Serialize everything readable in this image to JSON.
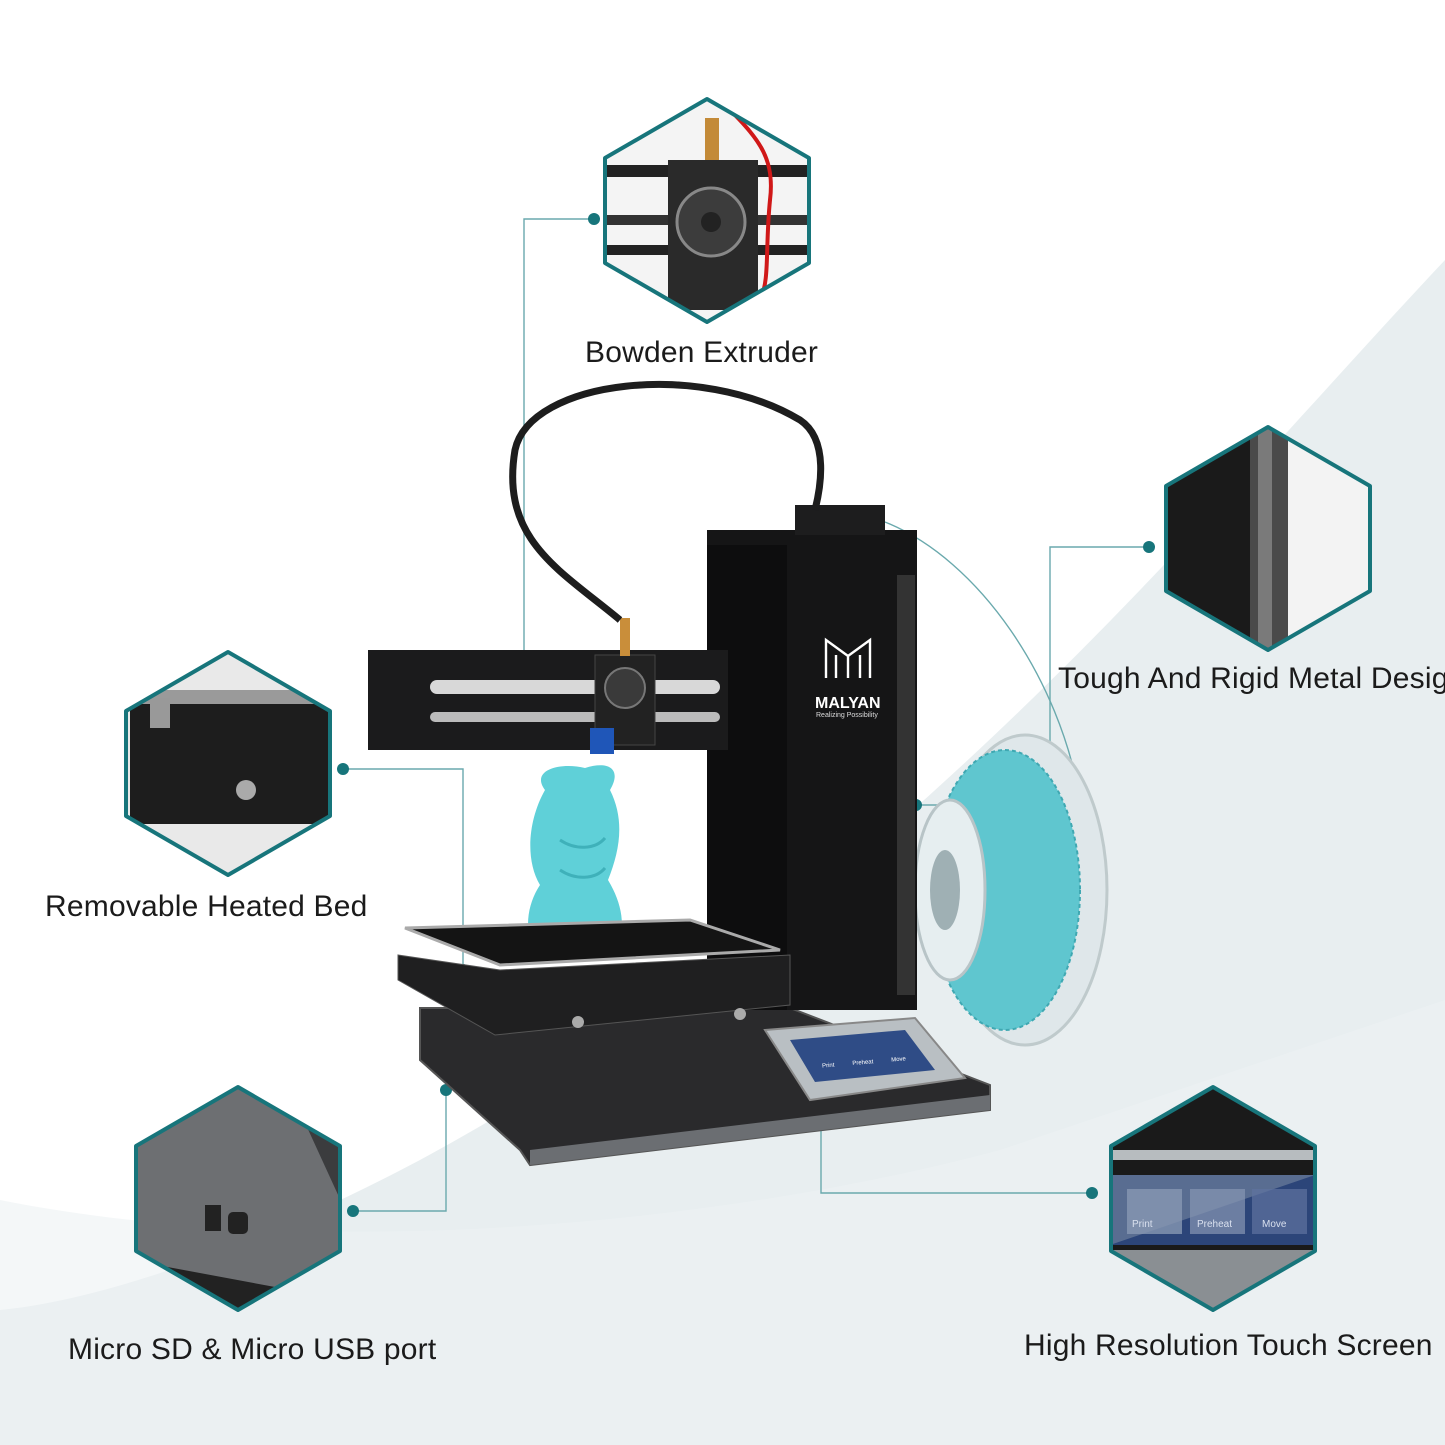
{
  "features": {
    "extruder": "Bowden Extruder",
    "metal": "Tough And Rigid Metal Design",
    "bed": "Removable Heated Bed",
    "ports": "Micro SD & Micro USB port",
    "screen": "High Resolution Touch Screen"
  },
  "brand": {
    "name": "MALYAN",
    "tagline": "Realizing Possibility"
  },
  "touch_screen": {
    "buttons": [
      "Print",
      "Preheat",
      "Move"
    ]
  },
  "colors": {
    "accent": "#17757b",
    "line": "#6aa9ad",
    "filament": "#5fc6cf",
    "background_shape": "#e8eef0"
  }
}
